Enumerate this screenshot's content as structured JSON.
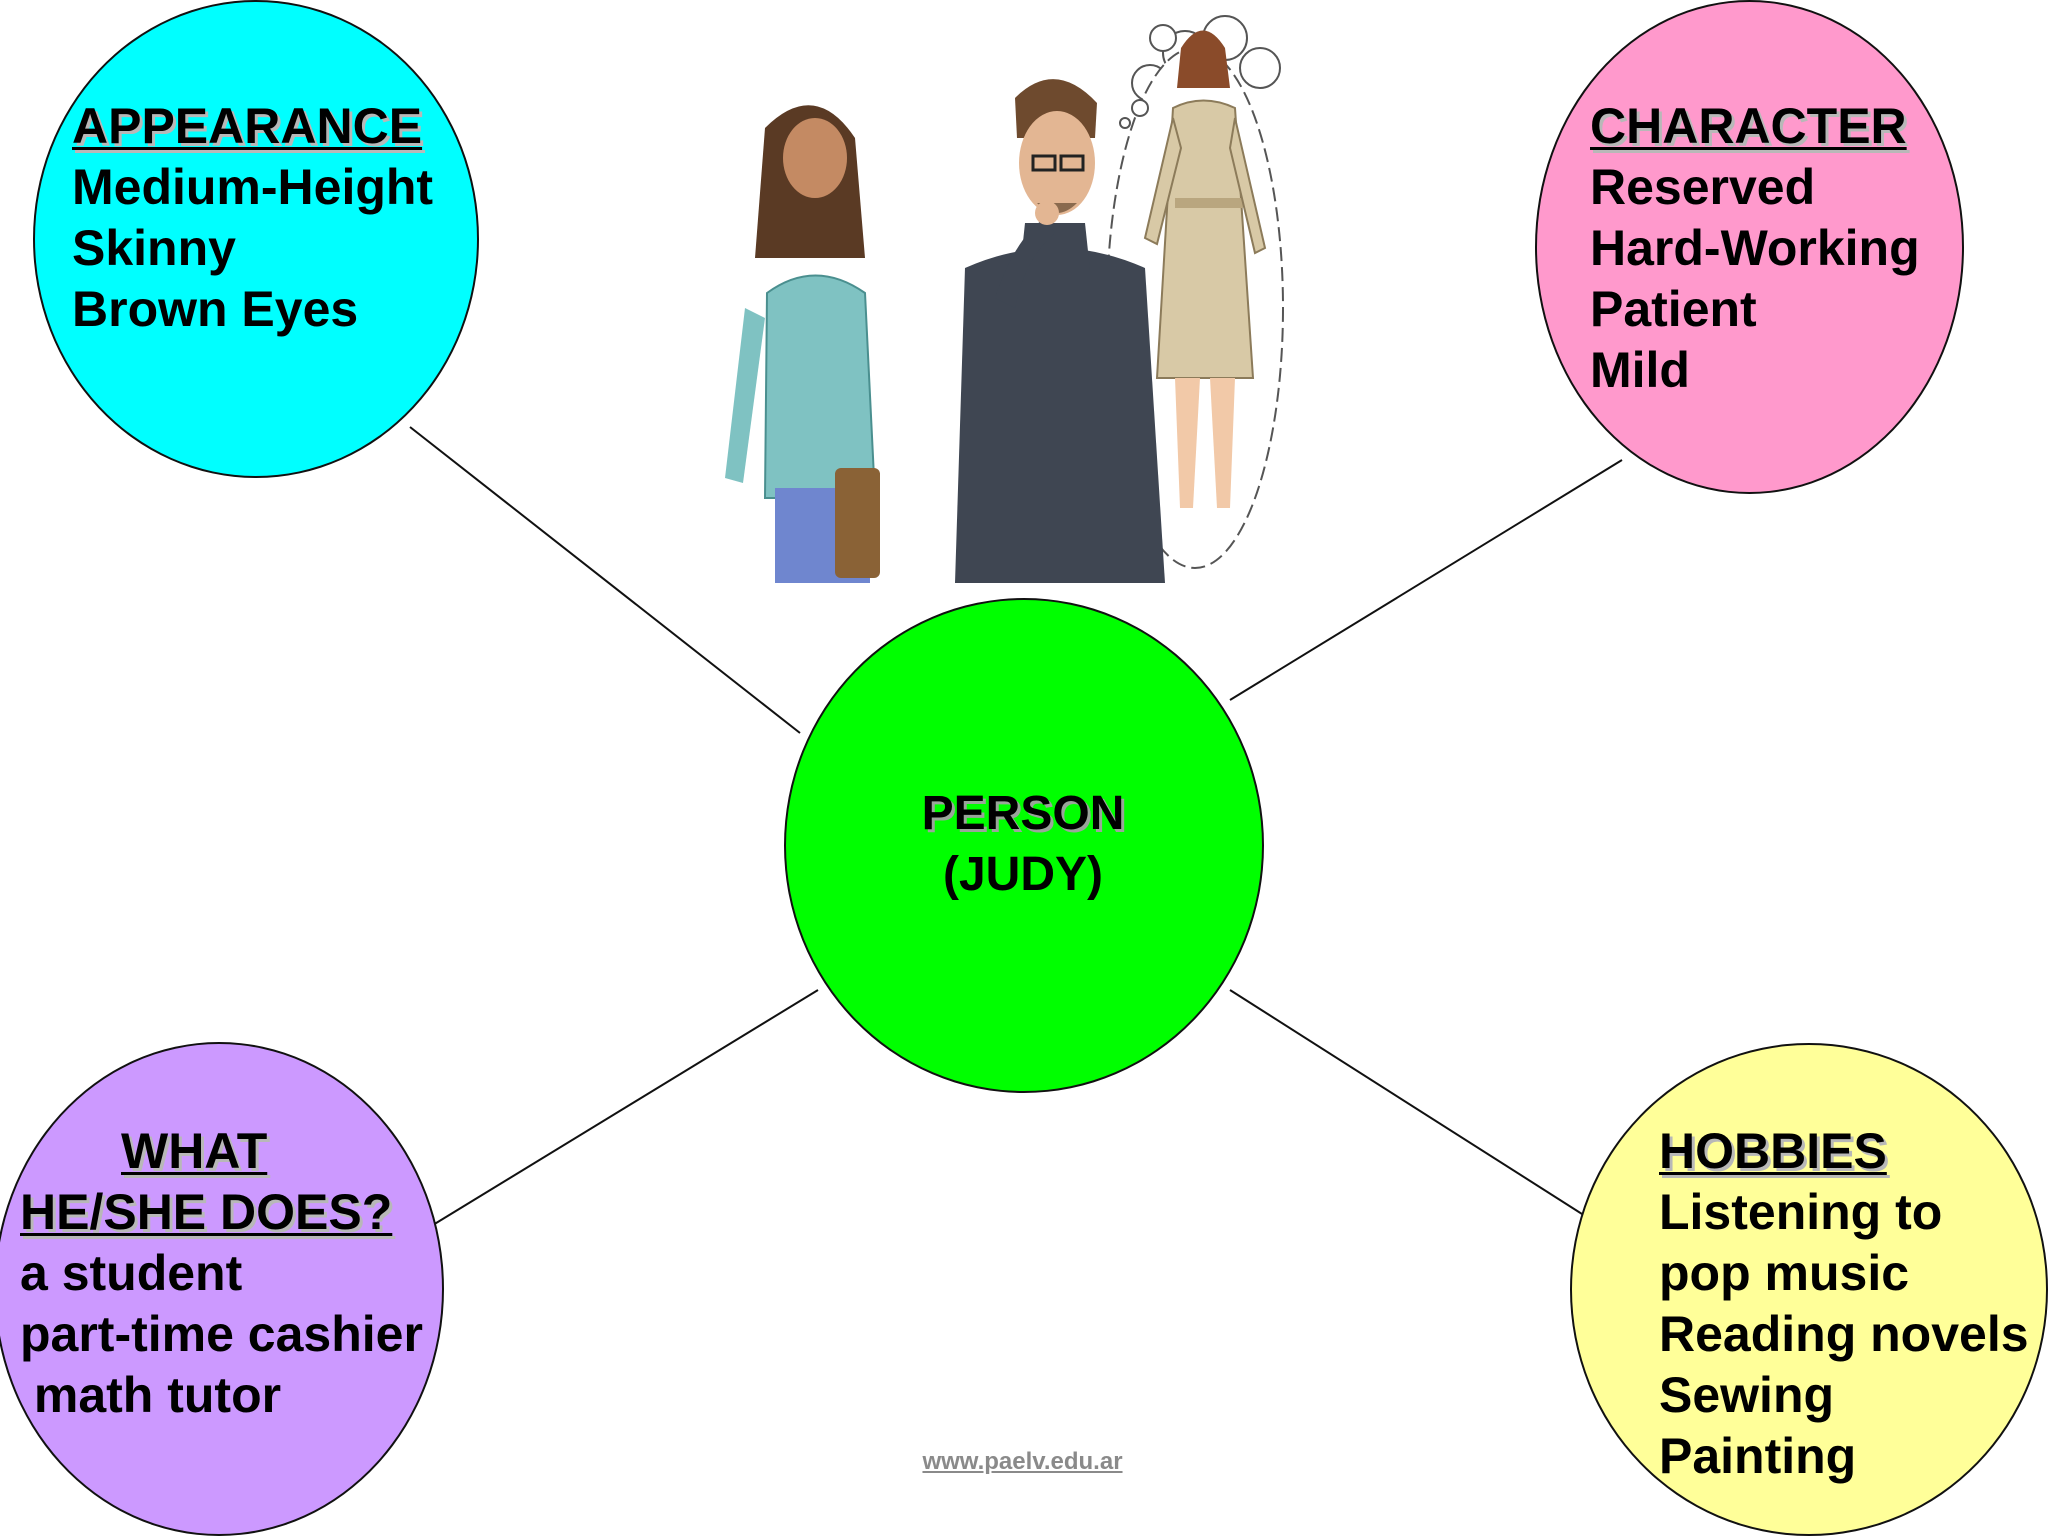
{
  "center": {
    "line1": "PERSON",
    "line2": "(JUDY)",
    "color": "#00ff00"
  },
  "appearance": {
    "title": " APPEARANCE",
    "items": [
      "Medium-Height",
      "Skinny",
      "Brown Eyes"
    ],
    "color": "#00ffff"
  },
  "character": {
    "title": "CHARACTER",
    "items": [
      "Reserved",
      "Hard-Working",
      "Patient",
      "Mild"
    ],
    "color": "#ff99cc"
  },
  "what_does": {
    "title_line1": "WHAT ",
    "title_line2": "HE/SHE DOES?",
    "items": [
      "a student",
      "part-time cashier",
      " math tutor"
    ],
    "color": "#cc99ff"
  },
  "hobbies": {
    "title": "HOBBIES",
    "items": [
      "Listening to",
      "pop music",
      "Reading novels",
      "Sewing",
      "Painting"
    ],
    "color": "#ffff99"
  },
  "footer": {
    "url": "www.paelv.edu.ar"
  },
  "illustration": {
    "icon": "people-illustration-icon",
    "figures": [
      "woman-with-bag",
      "man-thinking-with-glasses",
      "woman-in-trench-coat-thought-bubble"
    ]
  }
}
